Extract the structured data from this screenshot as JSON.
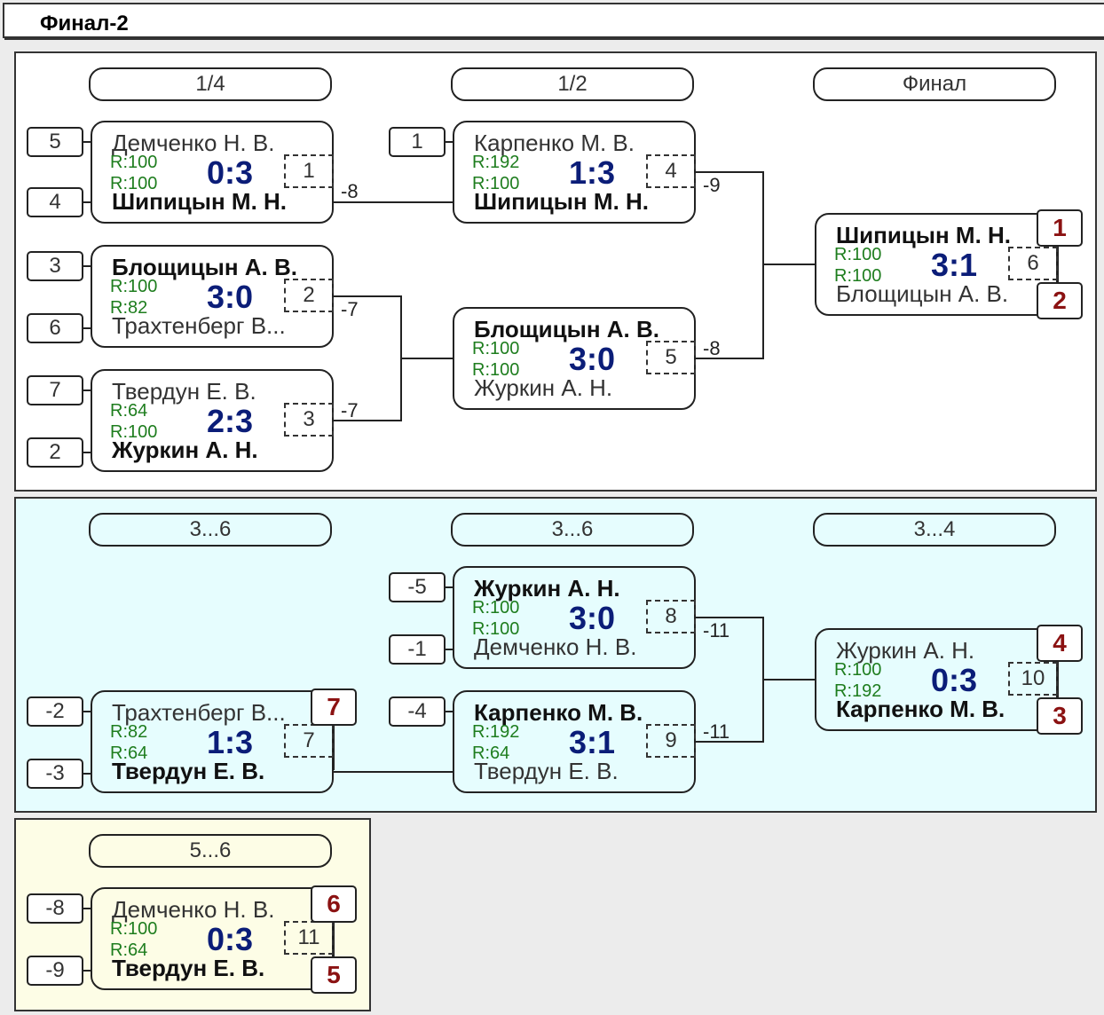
{
  "app": {
    "title": "Финал-2"
  },
  "rounds": {
    "main": [
      "1/4",
      "1/2",
      "Финал"
    ],
    "consolation": [
      "3...6",
      "3...6",
      "3...4"
    ],
    "fifth": [
      "5...6"
    ]
  },
  "seeds": [
    "5",
    "4",
    "3",
    "6",
    "7",
    "2",
    "1",
    "-5",
    "-1",
    "-2",
    "-3",
    "-4",
    "-8",
    "-9"
  ],
  "matches": [
    {
      "p1": "Демченко Н. В.",
      "p2": "Шипицын М. Н.",
      "r1": "R:100",
      "r2": "R:100",
      "score": "0:3",
      "num": "1",
      "winner": 2
    },
    {
      "p1": "Блощицын А. В.",
      "p2": "Трахтенберг В...",
      "r1": "R:100",
      "r2": "R:82",
      "score": "3:0",
      "num": "2",
      "winner": 1
    },
    {
      "p1": "Твердун Е. В.",
      "p2": "Журкин А. Н.",
      "r1": "R:64",
      "r2": "R:100",
      "score": "2:3",
      "num": "3",
      "winner": 2
    },
    {
      "p1": "Карпенко М. В.",
      "p2": "Шипицын М. Н.",
      "r1": "R:192",
      "r2": "R:100",
      "score": "1:3",
      "num": "4",
      "winner": 2
    },
    {
      "p1": "Блощицын А. В.",
      "p2": "Журкин А. Н.",
      "r1": "R:100",
      "r2": "R:100",
      "score": "3:0",
      "num": "5",
      "winner": 1
    },
    {
      "p1": "Шипицын М. Н.",
      "p2": "Блощицын А. В.",
      "r1": "R:100",
      "r2": "R:100",
      "score": "3:1",
      "num": "6",
      "winner": 1
    },
    {
      "p1": "Журкин А. Н.",
      "p2": "Демченко Н. В.",
      "r1": "R:100",
      "r2": "R:100",
      "score": "3:0",
      "num": "8",
      "winner": 1
    },
    {
      "p1": "Трахтенберг В...",
      "p2": "Твердун Е. В.",
      "r1": "R:82",
      "r2": "R:64",
      "score": "1:3",
      "num": "7",
      "winner": 2
    },
    {
      "p1": "Карпенко М. В.",
      "p2": "Твердун Е. В.",
      "r1": "R:192",
      "r2": "R:64",
      "score": "3:1",
      "num": "9",
      "winner": 1
    },
    {
      "p1": "Журкин А. Н.",
      "p2": "Карпенко М. В.",
      "r1": "R:100",
      "r2": "R:192",
      "score": "0:3",
      "num": "10",
      "winner": 2
    },
    {
      "p1": "Демченко Н. В.",
      "p2": "Твердун Е. В.",
      "r1": "R:100",
      "r2": "R:64",
      "score": "0:3",
      "num": "11",
      "winner": 2
    }
  ],
  "loser_refs": [
    "-8",
    "-7",
    "-7",
    "-9",
    "-8",
    "-11",
    "-11"
  ],
  "places": [
    "1",
    "2",
    "4",
    "3",
    "7",
    "6",
    "5"
  ],
  "colors": {
    "panel_main": "#ffffff",
    "panel_consolation": "#e6fdfe",
    "panel_fifth": "#fdfde6",
    "score": "#0b1d78",
    "rating": "#1e7d1e",
    "place": "#8b1212"
  }
}
